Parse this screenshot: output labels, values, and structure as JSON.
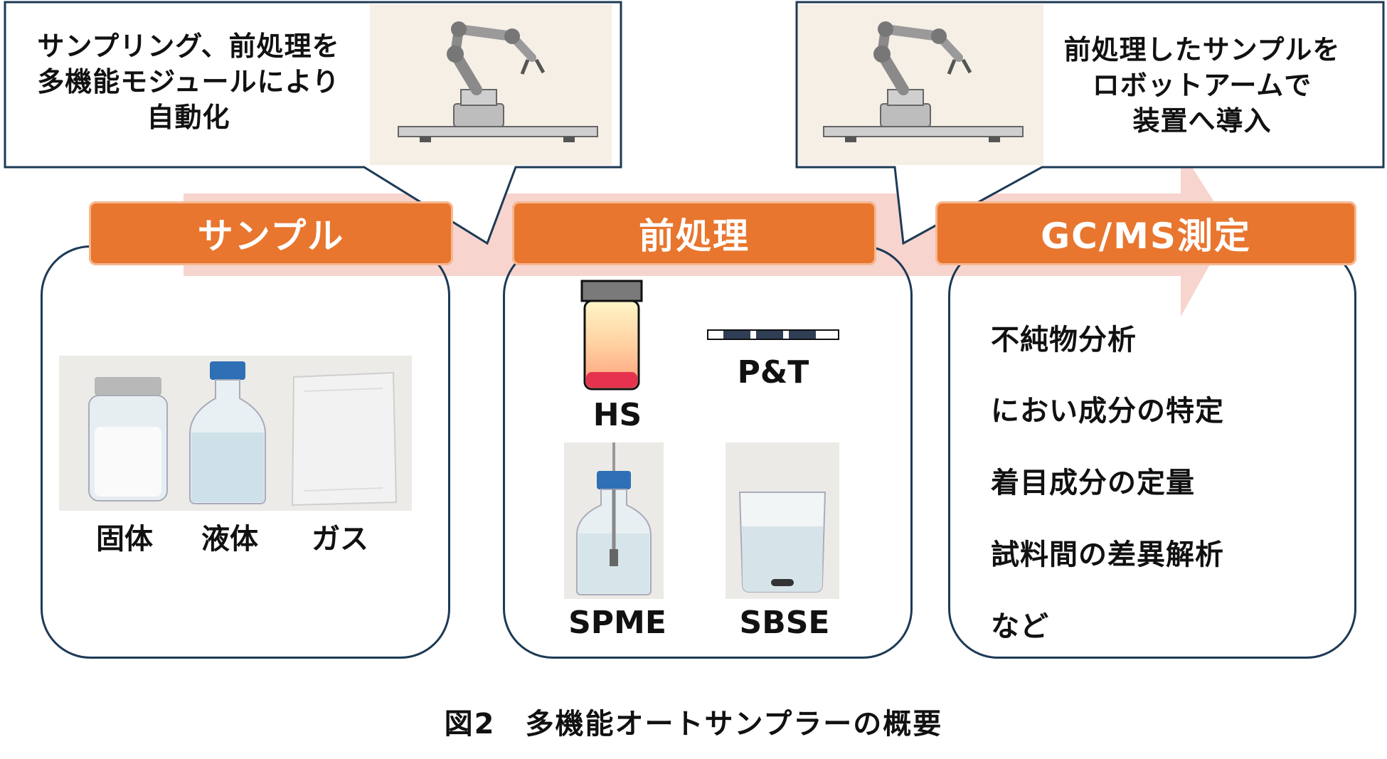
{
  "callouts": {
    "left": {
      "line1": "サンプリング、前処理を",
      "line2": "多機能モジュールにより",
      "line3": "自動化"
    },
    "right": {
      "line1": "前処理したサンプルを",
      "line2": "ロボットアームで",
      "line3": "装置へ導入"
    }
  },
  "stages": {
    "sample": "サンプル",
    "pretreat": "前処理",
    "measure": "GC/MS測定"
  },
  "samples": [
    "固体",
    "液体",
    "ガス"
  ],
  "methods": {
    "hs": "HS",
    "pt": "P&T",
    "spme": "SPME",
    "sbse": "SBSE"
  },
  "results": [
    "不純物分析",
    "におい成分の特定",
    "着目成分の定量",
    "試料間の差異解析",
    "など"
  ],
  "caption": "図2　多機能オートサンプラーの概要",
  "colors": {
    "orange": "#e8762f",
    "arrow": "#f7d4cd",
    "border": "#1d3a55",
    "bottle_cap": "#2f6fb5"
  },
  "icons": [
    "robot-arm-icon",
    "vial-icon",
    "trap-tube-icon",
    "bottle-icon",
    "beaker-icon",
    "gas-bag-icon"
  ]
}
